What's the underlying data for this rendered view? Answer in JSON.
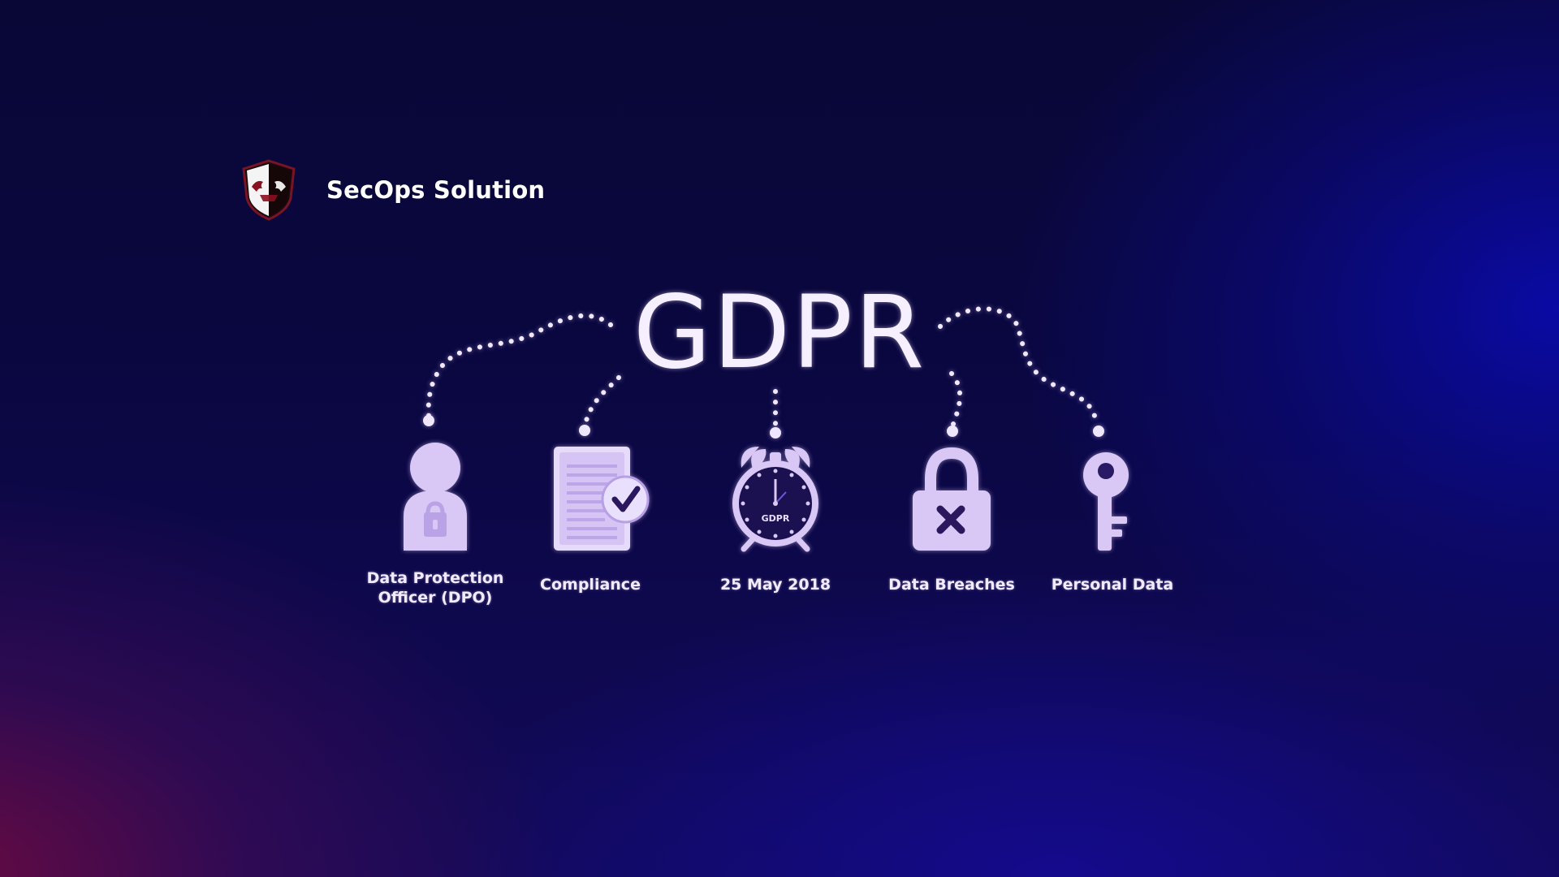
{
  "brand": {
    "name": "SecOps Solution",
    "logo_icon": "shield-logo-icon"
  },
  "gdpr": {
    "title": "GDPR"
  },
  "items": [
    {
      "label": "Data Protection Officer (DPO)",
      "icon": "dpo-person-lock-icon"
    },
    {
      "label": "Compliance",
      "icon": "compliance-document-check-icon"
    },
    {
      "label": "25 May 2018",
      "icon": "alarm-clock-icon",
      "clock_face_text": "GDPR"
    },
    {
      "label": "Data Breaches",
      "icon": "padlock-x-icon"
    },
    {
      "label": "Personal Data",
      "icon": "key-icon"
    }
  ],
  "colors": {
    "icon_fill": "#d9c8f5",
    "text": "#f2ebff",
    "background_dark": "#090736",
    "background_blue": "#0a0aa8",
    "background_magenta": "#780a3c"
  }
}
